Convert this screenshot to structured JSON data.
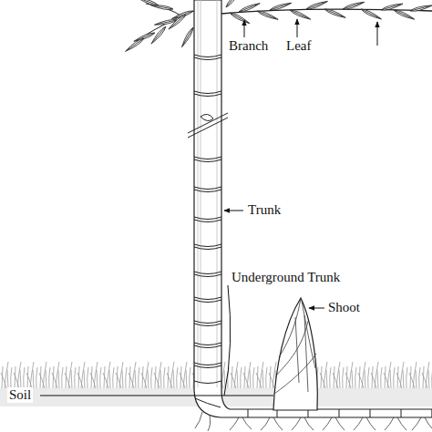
{
  "diagram": {
    "labels": [
      "Branch",
      "Leaf",
      "Trunk",
      "Underground Trunk",
      "Shoot",
      "Soil"
    ]
  }
}
